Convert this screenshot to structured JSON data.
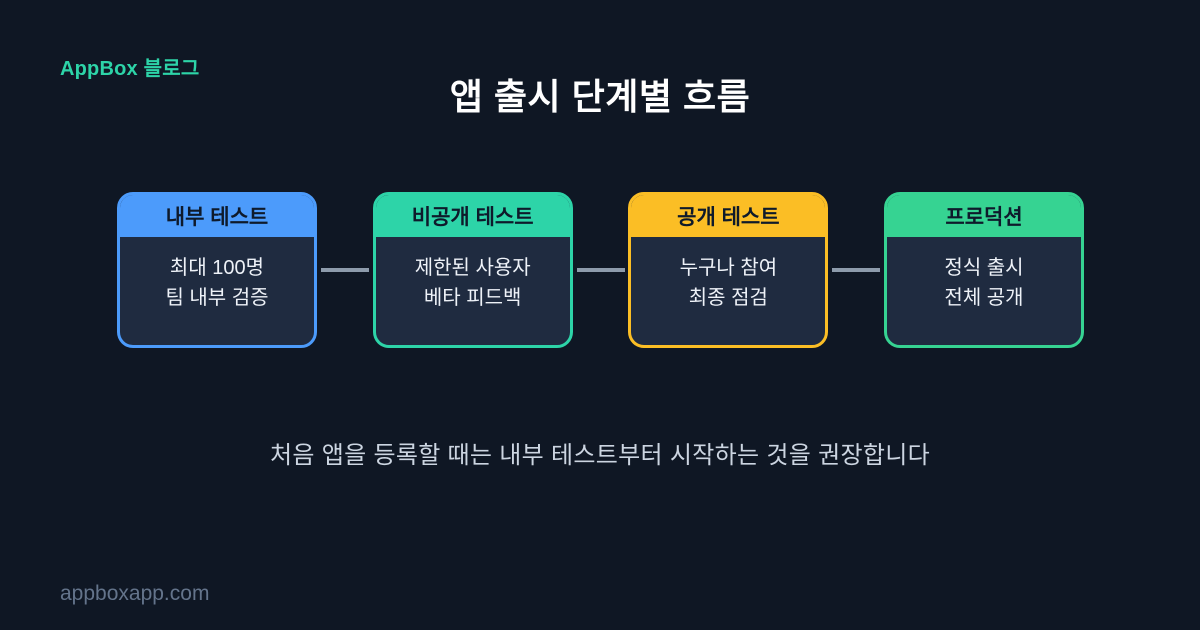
{
  "page": {
    "brand": "AppBox 블로그",
    "brand_color": "#2dd4a8",
    "title": "앱 출시 단계별 흐름",
    "caption": "처음 앱을 등록할 때는 내부 테스트부터 시작하는 것을 권장합니다",
    "footer": "appboxapp.com",
    "background_color": "#0f1724",
    "card_body_color": "#1f2b40",
    "connector_color": "#8d9bab"
  },
  "flow": {
    "stages": [
      {
        "title": "내부 테스트",
        "accent": "#4c9bfb",
        "lines": [
          "최대 100명",
          "팀 내부 검증"
        ]
      },
      {
        "title": "비공개 테스트",
        "accent": "#2dd4a8",
        "lines": [
          "제한된 사용자",
          "베타 피드백"
        ]
      },
      {
        "title": "공개 테스트",
        "accent": "#fbbe25",
        "lines": [
          "누구나 참여",
          "최종 점검"
        ]
      },
      {
        "title": "프로덕션",
        "accent": "#36d392",
        "lines": [
          "정식 출시",
          "전체 공개"
        ]
      }
    ]
  }
}
